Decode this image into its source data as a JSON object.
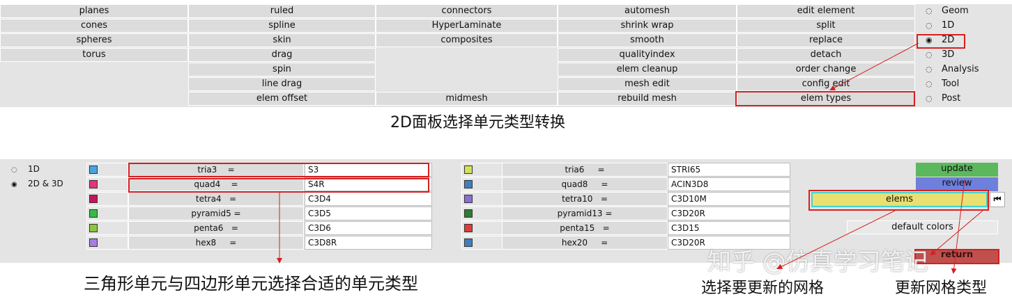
{
  "top_panel": {
    "col1": [
      "planes",
      "cones",
      "spheres",
      "torus"
    ],
    "col2": [
      "ruled",
      "spline",
      "skin",
      "drag",
      "spin",
      "line drag",
      "elem offset"
    ],
    "col3": [
      "connectors",
      "HyperLaminate",
      "composites",
      "midmesh"
    ],
    "col4": [
      "automesh",
      "shrink wrap",
      "smooth",
      "qualityindex",
      "elem cleanup",
      "mesh edit",
      "rebuild mesh"
    ],
    "col5": [
      "edit element",
      "split",
      "replace",
      "detach",
      "order change",
      "config edit",
      "elem types"
    ],
    "radios": [
      {
        "label": "Geom",
        "selected": false
      },
      {
        "label": "1D",
        "selected": false
      },
      {
        "label": "2D",
        "selected": true
      },
      {
        "label": "3D",
        "selected": false
      },
      {
        "label": "Analysis",
        "selected": false
      },
      {
        "label": "Tool",
        "selected": false
      },
      {
        "label": "Post",
        "selected": false
      }
    ]
  },
  "captions": {
    "top": "2D面板选择单元类型转换",
    "bottom_left": "三角形单元与四边形单元选择合适的单元类型",
    "bottom_mid": "选择要更新的网格",
    "bottom_right": "更新网格类型"
  },
  "watermark": "知乎 @仿真学习笔记",
  "bottom_panel": {
    "radios": [
      {
        "label": "1D",
        "selected": false
      },
      {
        "label": "2D & 3D",
        "selected": true
      }
    ],
    "left_rows": [
      {
        "label": "tria3    =",
        "value": "S3",
        "color": "#4aa3df"
      },
      {
        "label": "quad4    =",
        "value": "S4R",
        "color": "#e0357a"
      },
      {
        "label": "tetra4   =",
        "value": "C3D4",
        "color": "#c2185b"
      },
      {
        "label": "pyramid5 =",
        "value": "C3D5",
        "color": "#3cb84a"
      },
      {
        "label": "penta6   =",
        "value": "C3D6",
        "color": "#8dc63f"
      },
      {
        "label": "hex8     =",
        "value": "C3D8R",
        "color": "#a57fe0"
      }
    ],
    "right_rows": [
      {
        "label": "tria6     =",
        "value": "STRI65",
        "color": "#d4e157"
      },
      {
        "label": "quad8     =",
        "value": "ACIN3D8",
        "color": "#3f7fc1"
      },
      {
        "label": "tetra10   =",
        "value": "C3D10M",
        "color": "#8a6fd6"
      },
      {
        "label": "pyramid13 =",
        "value": "C3D20R",
        "color": "#2e7d32"
      },
      {
        "label": "penta15   =",
        "value": "C3D15",
        "color": "#e53935"
      },
      {
        "label": "hex20     =",
        "value": "C3D20R",
        "color": "#3f7fc1"
      }
    ],
    "buttons": {
      "update": "update",
      "review": "review",
      "elems": "elems",
      "default_colors": "default colors",
      "return": "return"
    },
    "colors": {
      "update": "#5cb85c",
      "review": "#6f7fdc",
      "elems": "#e8e070",
      "return": "#c0504d",
      "annotation": "#d32020"
    }
  }
}
